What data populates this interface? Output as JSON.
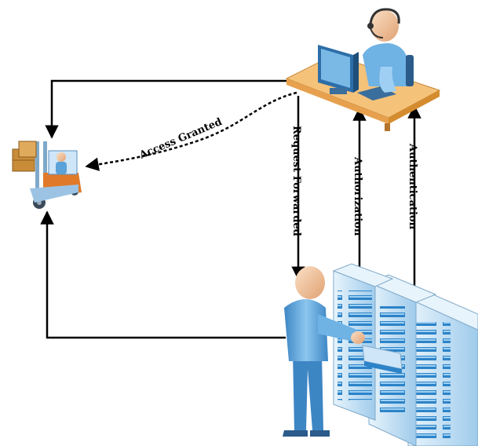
{
  "diagram": {
    "edges": {
      "access_granted": "Access Granted",
      "request_forwarded": "Request Forwarded",
      "authorization": "Authorization",
      "authentication": "Authentication"
    },
    "nodes": {
      "forklift_user": "forklift-operator-icon",
      "help_desk": "support-agent-desk-icon",
      "administrator": "administrator-person-icon",
      "servers": "server-rack-icon"
    },
    "colors": {
      "arrow": "#000000",
      "figure_blue": "#5aa2d8",
      "figure_light": "#a8d4f2",
      "skin": "#f2c39a",
      "desk_top": "#f5c27a",
      "desk_side": "#d58c2e",
      "server_face": "#cfe6f8",
      "server_slot": "#2c83c8"
    }
  }
}
